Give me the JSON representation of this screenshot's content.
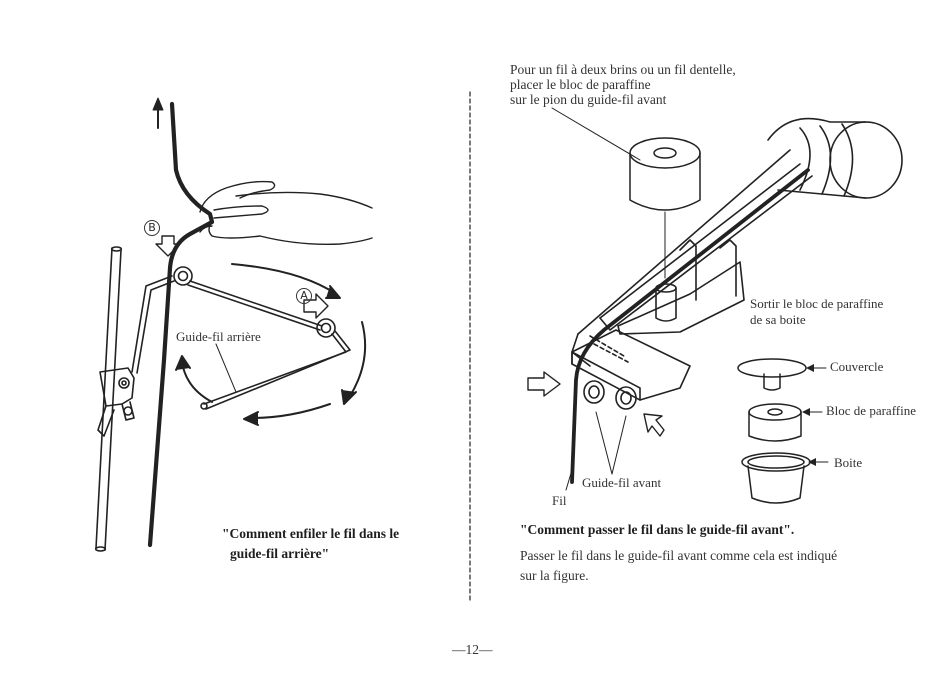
{
  "left_panel": {
    "label_b": "B",
    "label_a": "A",
    "guide_fil_arriere": "Guide-fil arrière",
    "caption_line1": "\"Comment enfiler le fil dans le",
    "caption_line2": "guide-fil arrière\""
  },
  "right_panel": {
    "top_note_line1": "Pour un fil à deux brins ou un fil dentelle,",
    "top_note_line2": "placer le bloc de paraffine",
    "top_note_line3": "sur le pion du guide-fil avant",
    "sortir_line1": "Sortir le bloc de paraffine",
    "sortir_line2": "de sa boite",
    "couvercle": "Couvercle",
    "bloc": "Bloc de paraffine",
    "boite": "Boite",
    "guide_fil_avant": "Guide-fil avant",
    "fil": "Fil",
    "caption_title": "\"Comment passer le fil dans le guide-fil avant\".",
    "caption_line1": "Passer le fil dans le guide-fil avant comme cela est indiqué",
    "caption_line2": "sur la figure."
  },
  "footer": {
    "page_number": "—12—"
  },
  "colors": {
    "ink": "#222222",
    "paper": "#ffffff"
  }
}
